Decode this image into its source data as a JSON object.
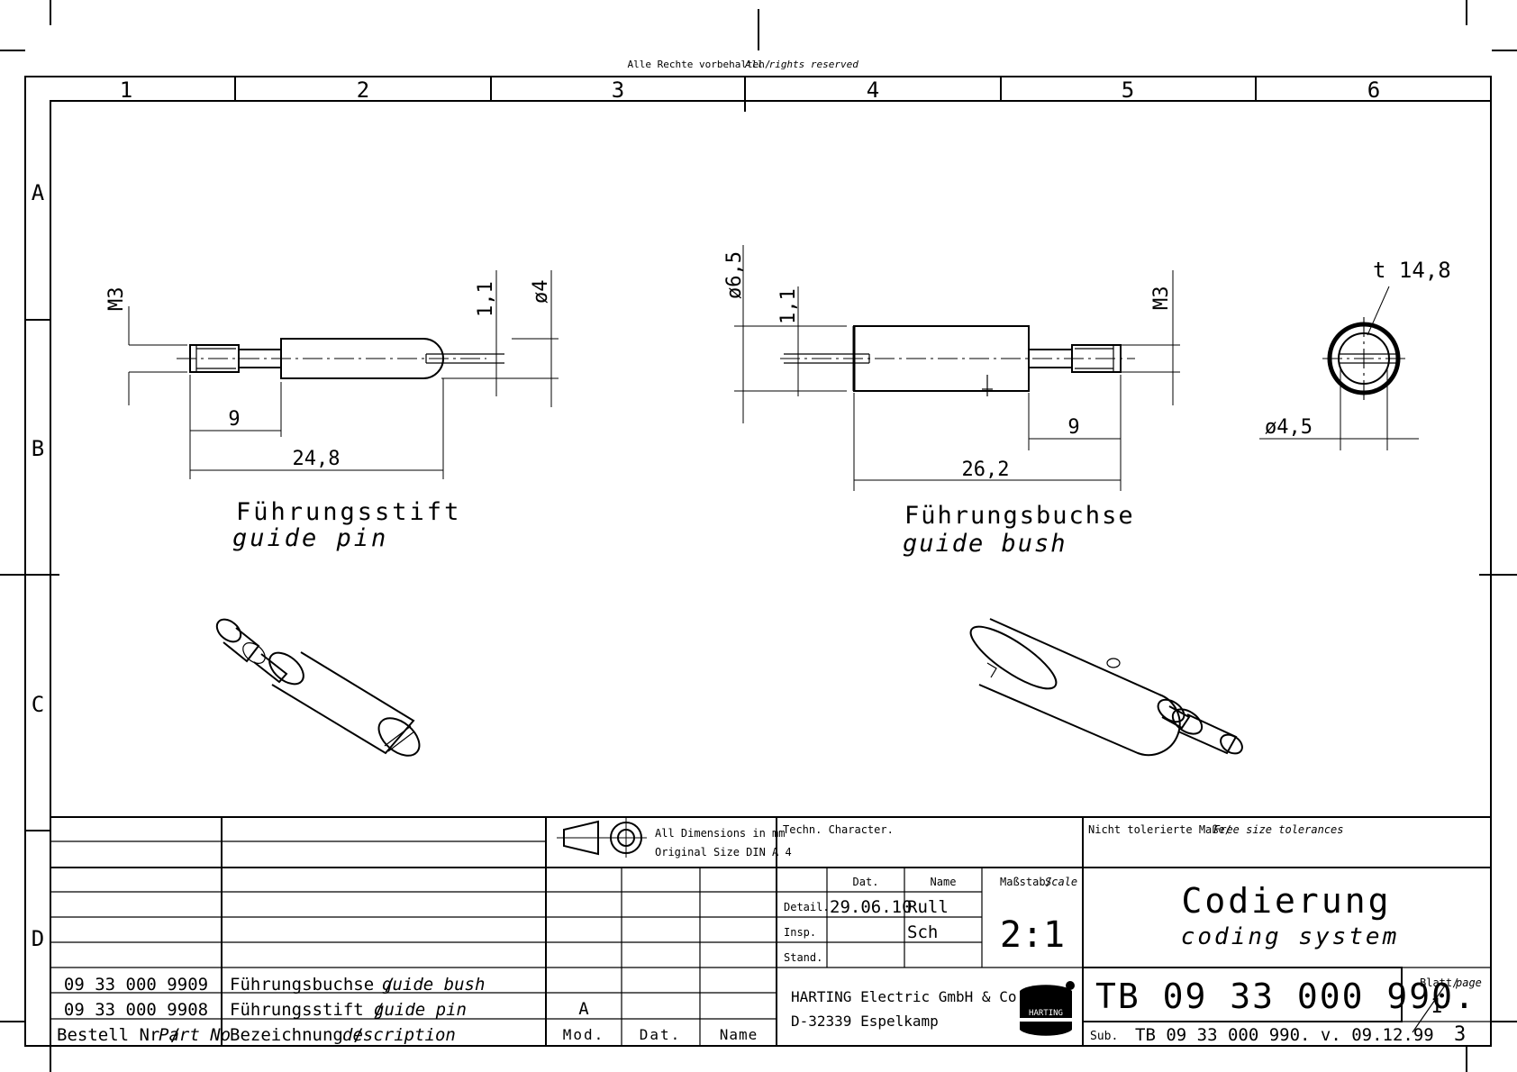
{
  "header": {
    "rights_de": "Alle Rechte vorbehalten/",
    "rights_en": "All rights reserved"
  },
  "grid": {
    "columns": [
      "1",
      "2",
      "3",
      "4",
      "5",
      "6"
    ],
    "rows": [
      "A",
      "B",
      "C",
      "D"
    ]
  },
  "pin_view": {
    "title_de": "Führungsstift",
    "title_en": "guide pin",
    "dims": {
      "thread": "M3",
      "slot": "1,1",
      "diameter": "ø4",
      "thread_len": "9",
      "length": "24,8"
    }
  },
  "bush_view": {
    "title_de": "Führungsbuchse",
    "title_en": "guide bush",
    "dims": {
      "diameter": "ø6,5",
      "slot": "1,1",
      "thread": "M3",
      "thread_len": "9",
      "length": "26,2"
    }
  },
  "end_view": {
    "dims": {
      "wall": "t 14,8",
      "diameter": "ø4,5"
    }
  },
  "title_block": {
    "projection_line1": "All Dimensions in mm",
    "projection_line2": "Original Size DIN A 4",
    "techn_character": "Techn. Character.",
    "tolerances_de": "Nicht tolerierte Maße/",
    "tolerances_en": "Free size tolerances",
    "col_dat": "Dat.",
    "col_name": "Name",
    "scale_de": "Maßstab/",
    "scale_en": "Scale",
    "scale_value": "2:1",
    "row_detail": "Detail.",
    "row_insp": "Insp.",
    "row_stand": "Stand.",
    "detail_date": "29.06.10",
    "detail_name": "Rull",
    "insp_name": "Sch",
    "title_de": "Codierung",
    "title_en": "coding system",
    "company_line1": "HARTING Electric GmbH & Co. KG",
    "company_line2": "D-32339 Espelkamp",
    "logo_text": "HARTING",
    "drawing_number": "TB 09 33 000 990.",
    "sheet_label_de": "Blatt/",
    "sheet_label_en": "page",
    "sheet_num": "1",
    "sheet_total": "3",
    "sub_label": "Sub.",
    "sub_value": "TB 09 33 000 990. v. 09.12.99",
    "mod_label": "Mod.",
    "dat_label": "Dat.",
    "name_label": "Name",
    "mod_value": "A"
  },
  "parts": [
    {
      "part_no": "09 33 000 9909",
      "desc_de": "Führungsbuchse /",
      "desc_en": "guide bush"
    },
    {
      "part_no": "09 33 000 9908",
      "desc_de": "Führungsstift /",
      "desc_en": "guide pin"
    }
  ],
  "parts_header": {
    "part_no_de": "Bestell Nr /",
    "part_no_en": "Part No",
    "desc_de": "Bezeichnung /",
    "desc_en": "description"
  }
}
